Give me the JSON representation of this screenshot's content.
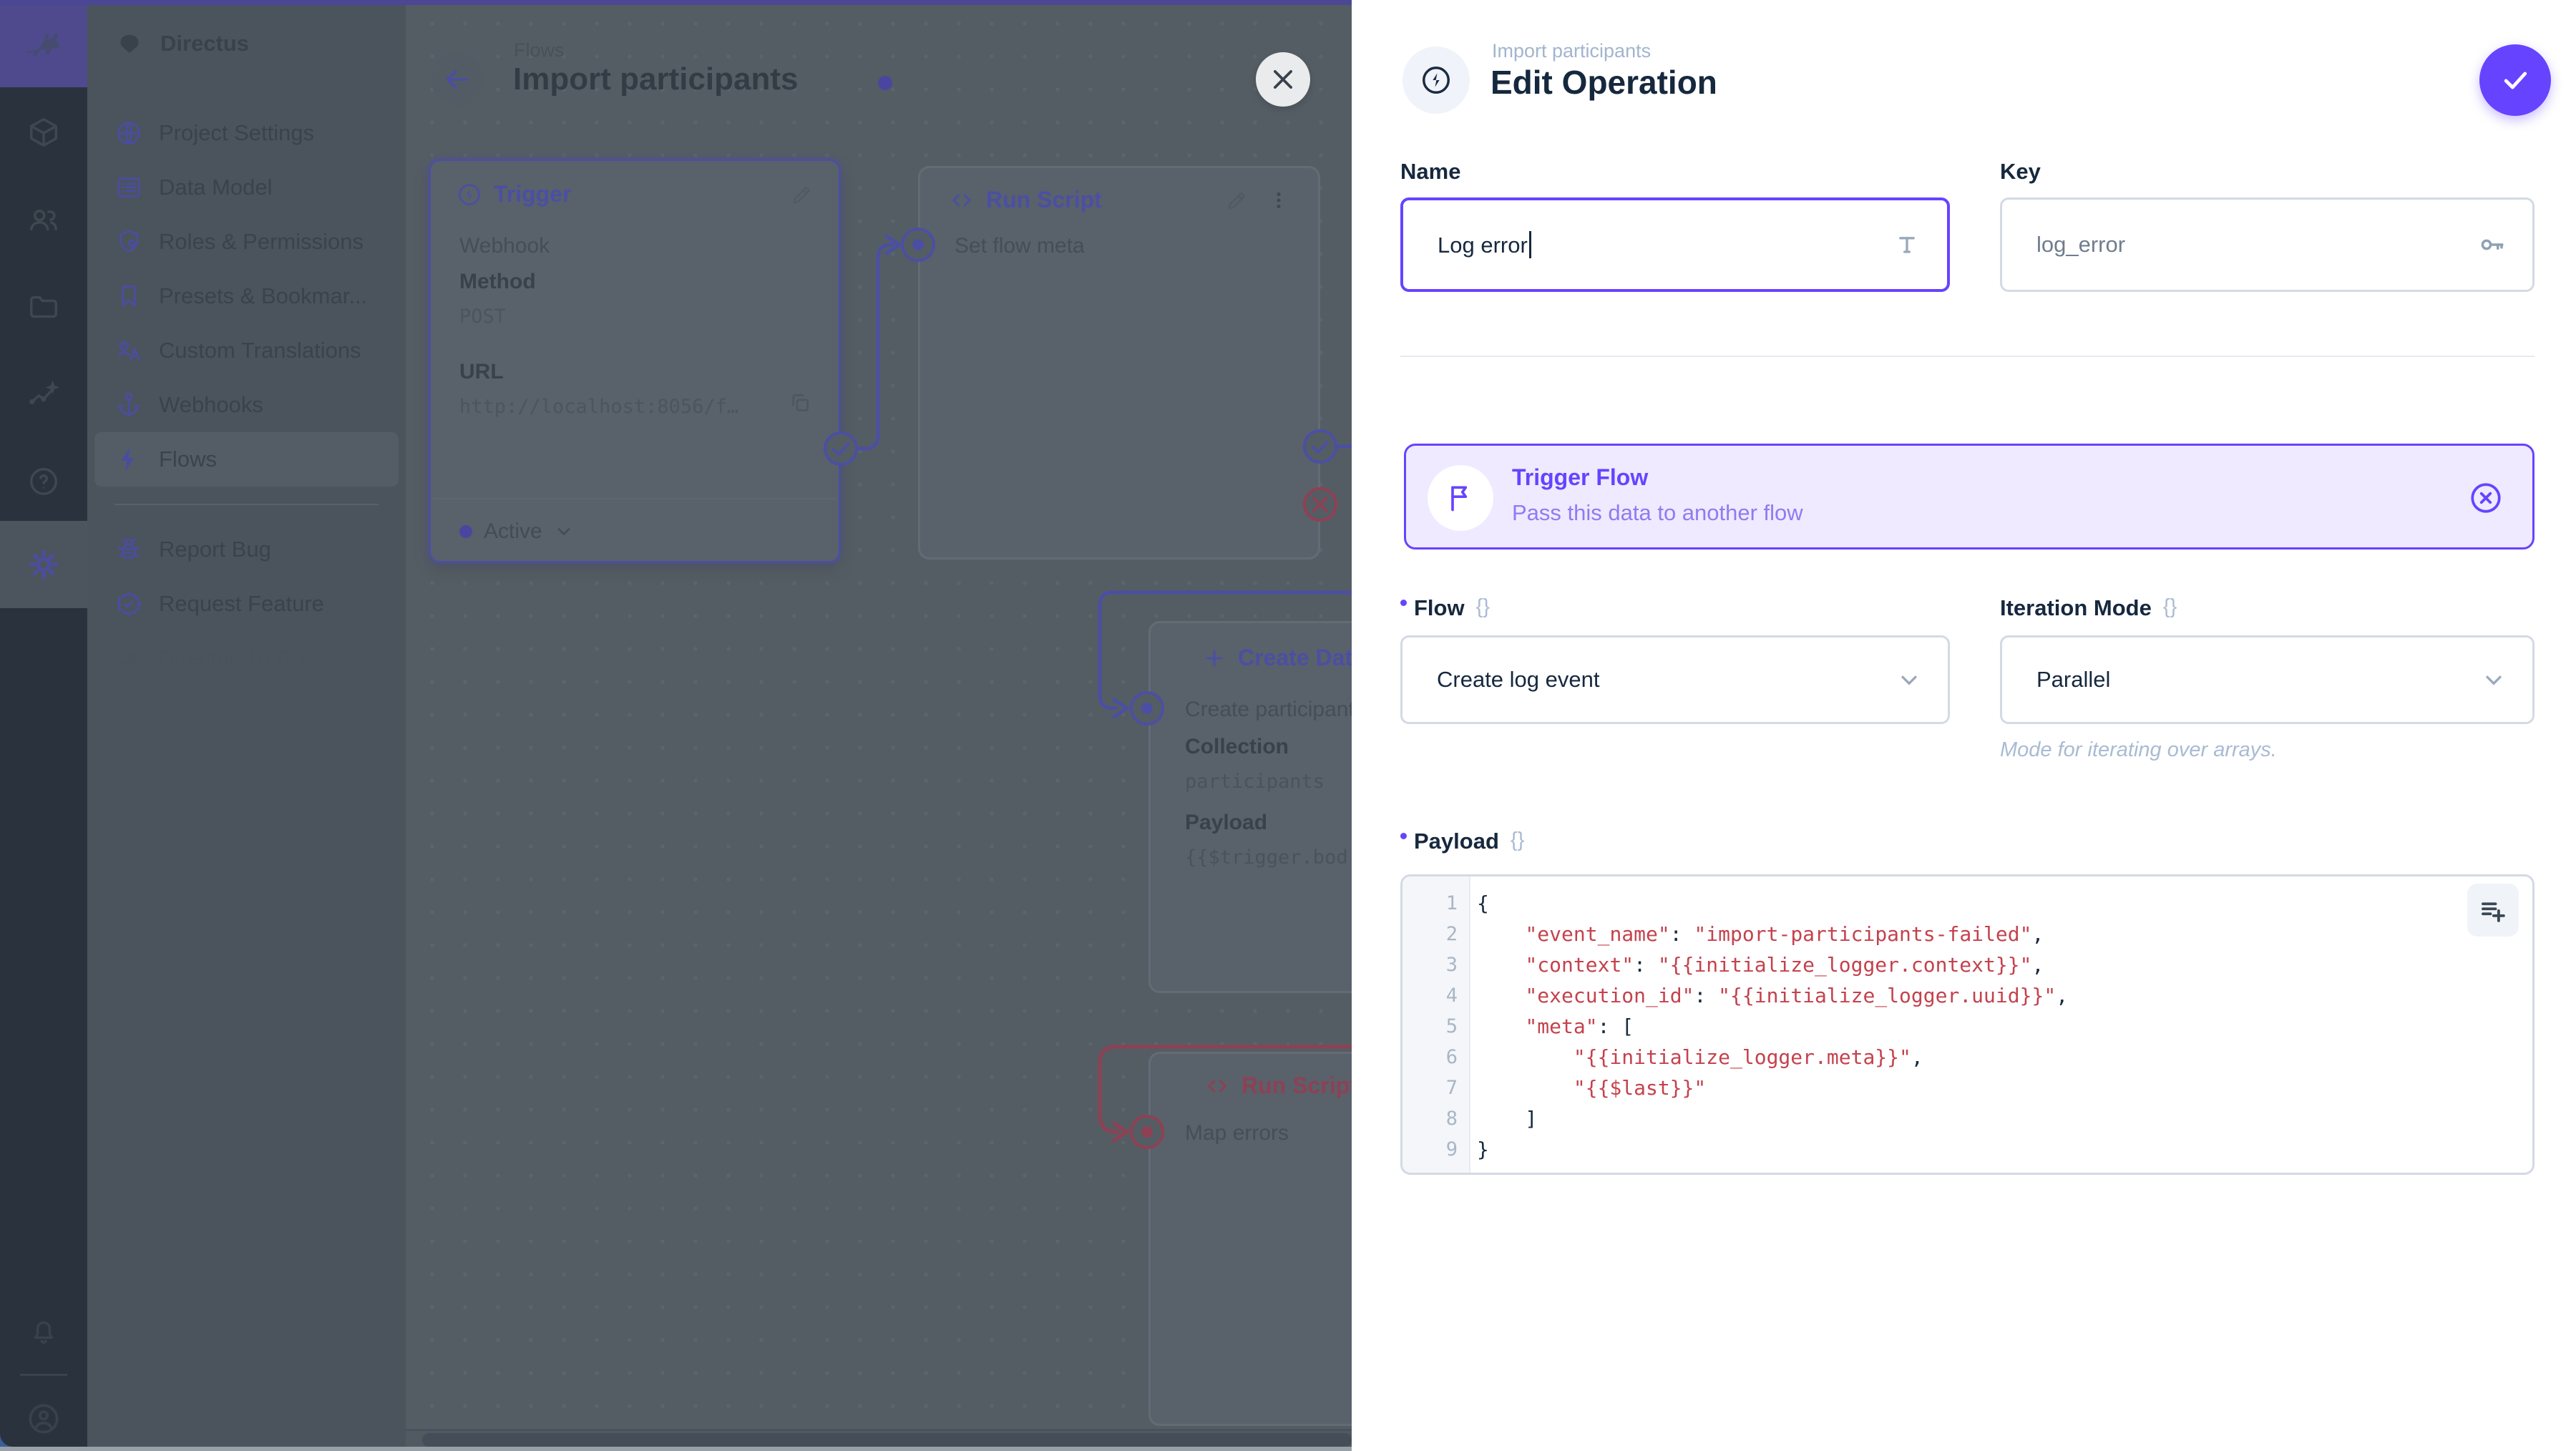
{
  "accent": "#6644FF",
  "module_bar": {
    "logo_icon": "directus-rabbit",
    "modules": [
      {
        "icon": "cube"
      },
      {
        "icon": "users"
      },
      {
        "icon": "folder"
      },
      {
        "icon": "insights-sparkline"
      },
      {
        "icon": "help-circle"
      },
      {
        "icon": "gear",
        "active": true
      }
    ],
    "bottom": [
      {
        "icon": "bell"
      },
      {
        "icon": "user-circle"
      }
    ]
  },
  "sidebar": {
    "project_name": "Directus",
    "items": [
      {
        "label": "Project Settings"
      },
      {
        "label": "Data Model"
      },
      {
        "label": "Roles & Permissions"
      },
      {
        "label": "Presets & Bookmar..."
      },
      {
        "label": "Custom Translations"
      },
      {
        "label": "Webhooks"
      },
      {
        "label": "Flows"
      },
      {
        "label": "Report Bug"
      },
      {
        "label": "Request Feature"
      }
    ],
    "version": "Directus 10.6.1"
  },
  "canvas": {
    "breadcrumb": "Flows",
    "title": "Import participants",
    "trigger_panel": {
      "title": "Trigger",
      "type": "Webhook",
      "method_label": "Method",
      "method": "POST",
      "url_label": "URL",
      "url": "http://localhost:8056/f…",
      "status": "Active"
    },
    "run_script_panel": {
      "title": "Run Script",
      "name": "Set flow meta"
    },
    "create_data_panel": {
      "title": "Create Data",
      "name": "Create participant",
      "collection_label": "Collection",
      "collection": "participants",
      "payload_label": "Payload",
      "payload": "{{$trigger.bod"
    },
    "map_errors_panel": {
      "title": "Run Script",
      "name": "Map errors"
    }
  },
  "drawer": {
    "breadcrumb": "Import participants",
    "title": "Edit Operation",
    "name_field": {
      "label": "Name",
      "value": "Log error"
    },
    "key_field": {
      "label": "Key",
      "value": "log_error"
    },
    "trigger_flow_card": {
      "title": "Trigger Flow",
      "subtitle": "Pass this data to another flow"
    },
    "flow_field": {
      "label": "Flow",
      "braces": "{}",
      "value": "Create log event"
    },
    "iteration_field": {
      "label": "Iteration Mode",
      "braces": "{}",
      "value": "Parallel",
      "note": "Mode for iterating over arrays."
    },
    "payload": {
      "label": "Payload",
      "braces": "{}",
      "lines": [
        {
          "n": "1",
          "segs": [
            {
              "t": "{",
              "c": "p"
            }
          ]
        },
        {
          "n": "2",
          "segs": [
            {
              "t": "    ",
              "c": "p"
            },
            {
              "t": "\"event_name\"",
              "c": "s"
            },
            {
              "t": ": ",
              "c": "p"
            },
            {
              "t": "\"import-participants-failed\"",
              "c": "s"
            },
            {
              "t": ",",
              "c": "p"
            }
          ]
        },
        {
          "n": "3",
          "segs": [
            {
              "t": "    ",
              "c": "p"
            },
            {
              "t": "\"context\"",
              "c": "s"
            },
            {
              "t": ": ",
              "c": "p"
            },
            {
              "t": "\"{{initialize_logger.context}}\"",
              "c": "s"
            },
            {
              "t": ",",
              "c": "p"
            }
          ]
        },
        {
          "n": "4",
          "segs": [
            {
              "t": "    ",
              "c": "p"
            },
            {
              "t": "\"execution_id\"",
              "c": "s"
            },
            {
              "t": ": ",
              "c": "p"
            },
            {
              "t": "\"{{initialize_logger.uuid}}\"",
              "c": "s"
            },
            {
              "t": ",",
              "c": "p"
            }
          ]
        },
        {
          "n": "5",
          "segs": [
            {
              "t": "    ",
              "c": "p"
            },
            {
              "t": "\"meta\"",
              "c": "s"
            },
            {
              "t": ": [",
              "c": "p"
            }
          ]
        },
        {
          "n": "6",
          "segs": [
            {
              "t": "        ",
              "c": "p"
            },
            {
              "t": "\"{{initialize_logger.meta}}\"",
              "c": "s"
            },
            {
              "t": ",",
              "c": "p"
            }
          ]
        },
        {
          "n": "7",
          "segs": [
            {
              "t": "        ",
              "c": "p"
            },
            {
              "t": "\"{{$last}}\"",
              "c": "s"
            }
          ]
        },
        {
          "n": "8",
          "segs": [
            {
              "t": "    ]",
              "c": "p"
            }
          ]
        },
        {
          "n": "9",
          "segs": [
            {
              "t": "}",
              "c": "p"
            }
          ]
        }
      ]
    }
  }
}
